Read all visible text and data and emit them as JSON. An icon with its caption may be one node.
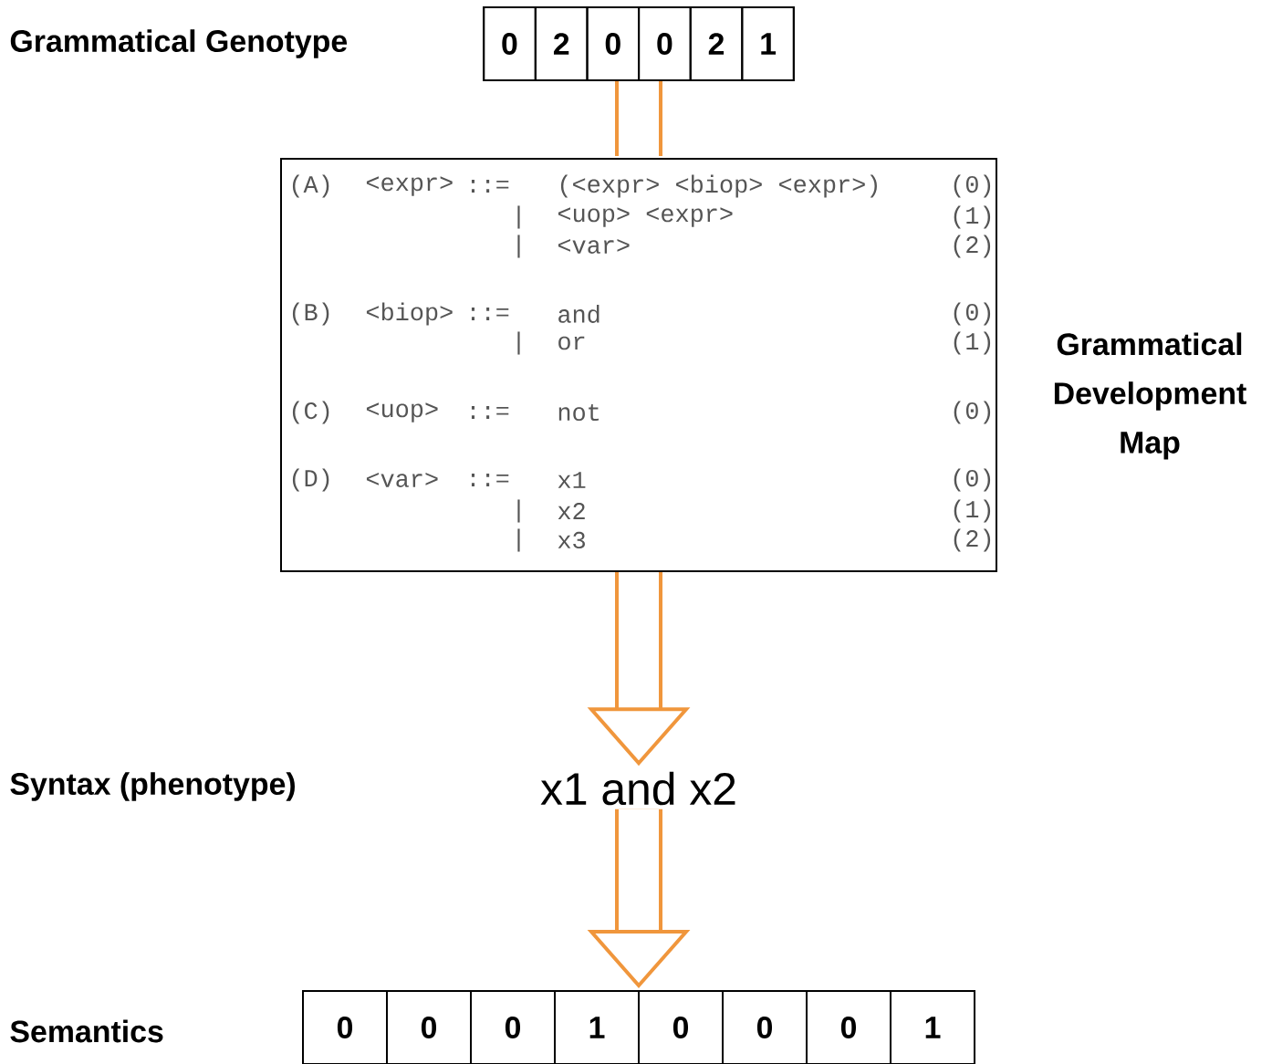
{
  "diagram": {
    "nodes": [
      {
        "text": [
          "0",
          "2",
          "0",
          "0",
          "2",
          "1"
        ]
      },
      {
        "text": [
          "(A)",
          "<expr>",
          "::=",
          "(<expr> <biop> <expr>)",
          "(0)",
          "|",
          "<uop> <expr>",
          "(1)",
          "|",
          "<var>",
          "(2)",
          "(B)",
          "<biop>",
          "::=",
          "and",
          "(0)",
          "|",
          "or",
          "(1)",
          "(C)",
          "<uop>",
          "::=",
          "not",
          "(0)",
          "(D)",
          "<var>",
          "::=",
          "x1",
          "(0)",
          "|",
          "x2",
          "(1)",
          "|",
          "x3",
          "(2)"
        ],
        "beside": [
          "Grammatical Development Map"
        ]
      },
      {
        "text": [
          "x1 and x2"
        ]
      },
      {
        "text": [
          "0",
          "0",
          "0",
          "1",
          "0",
          "0",
          "0",
          "1"
        ]
      }
    ],
    "edges": [
      {
        "from": 0,
        "to": 1,
        "arrow": "none"
      },
      {
        "from": 1,
        "to": 2,
        "arrow": "to"
      },
      {
        "from": 2,
        "to": 3,
        "arrow": "to"
      }
    ],
    "labels": [
      "Grammatical Genotype",
      "Syntax (phenotype)",
      "Semantics"
    ]
  }
}
